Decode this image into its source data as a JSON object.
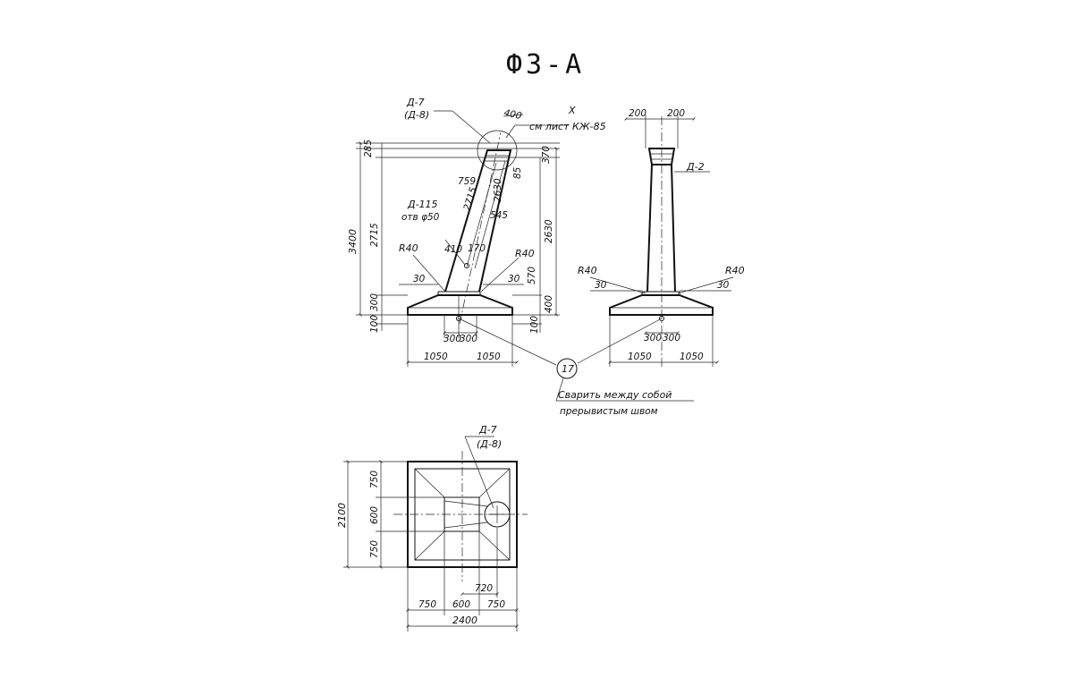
{
  "title": "ФЗ-А",
  "front_view": {
    "callout_top": "Д-7",
    "callout_top_alt": "(Д-8)",
    "ref_mark": "X",
    "ref_note": "см лист КЖ-85",
    "d_400": "400",
    "d_285": "285",
    "d_370": "370",
    "d_85": "85",
    "d_759": "759",
    "d_2715_inner": "2715",
    "d_2630_inner": "2630",
    "d_545": "545",
    "callout_hole": "Д-115",
    "callout_hole_note": "отв φ50",
    "d_410": "410",
    "d_170": "170",
    "radius_left": "R40",
    "radius_right": "R40",
    "d_570": "570",
    "d_30_left": "30",
    "d_30_right": "30",
    "d_3400": "3400",
    "d_2715": "2715",
    "d_2630": "2630",
    "d_300": "300",
    "d_400_right": "400",
    "d_100_left": "100",
    "d_100_right": "100",
    "d_300a": "300",
    "d_300b": "300",
    "d_1050_left": "1050",
    "d_1050_right": "1050"
  },
  "side_view": {
    "d_200_left": "200",
    "d_200_right": "200",
    "callout": "Д-2",
    "radius_left": "R40",
    "radius_right": "R40",
    "d_30_left": "30",
    "d_30_right": "30",
    "d_300a": "300",
    "d_300b": "300",
    "d_1050_left": "1050",
    "d_1050_right": "1050"
  },
  "weld": {
    "mark": "17",
    "note_line1": "Сварить между собой",
    "note_line2": "прерывистым швом"
  },
  "plan_view": {
    "callout": "Д-7",
    "callout_alt": "(Д-8)",
    "d_2100": "2100",
    "d_750_top": "750",
    "d_600_v": "600",
    "d_750_bottom": "750",
    "d_720": "720",
    "d_750_left": "750",
    "d_600_h": "600",
    "d_750_right": "750",
    "d_2400": "2400"
  }
}
